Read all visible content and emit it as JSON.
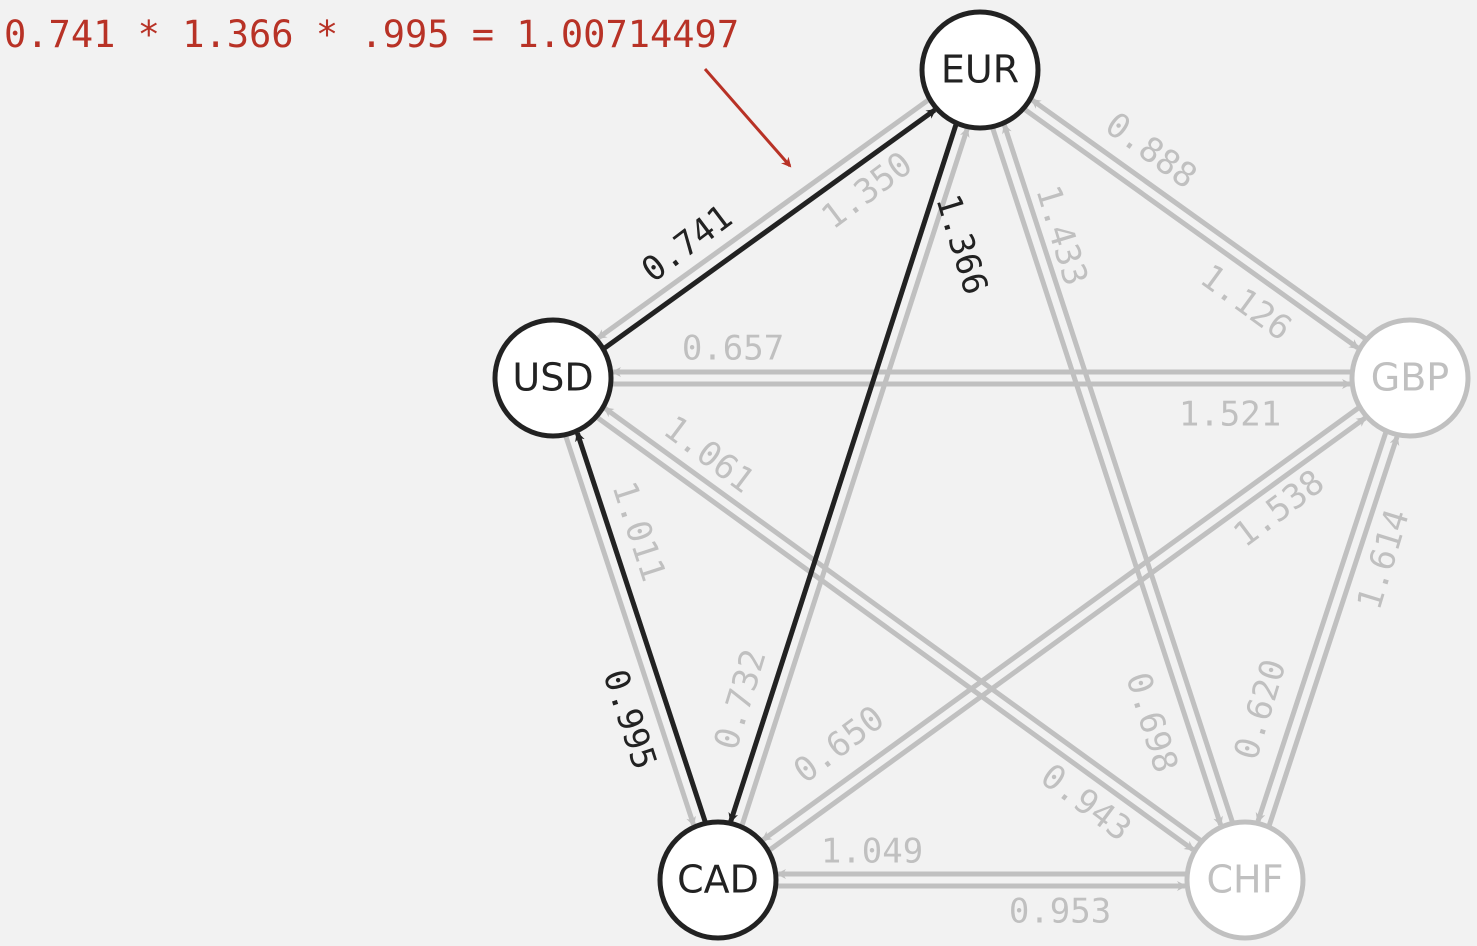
{
  "formula": {
    "text": "0.741 * 1.366 * .995 = 1.00714497",
    "color": "#b83226"
  },
  "colors": {
    "background": "#f2f2f2",
    "highlight": "#222222",
    "muted": "#c0c0c0",
    "node_fill": "#ffffff",
    "annotation": "#b83226"
  },
  "nodes": [
    {
      "id": "EUR",
      "label": "EUR",
      "highlighted": true
    },
    {
      "id": "USD",
      "label": "USD",
      "highlighted": true
    },
    {
      "id": "GBP",
      "label": "GBP",
      "highlighted": false
    },
    {
      "id": "CAD",
      "label": "CAD",
      "highlighted": true
    },
    {
      "id": "CHF",
      "label": "CHF",
      "highlighted": false
    }
  ],
  "edges": [
    {
      "from": "USD",
      "to": "EUR",
      "label": "0.741",
      "highlighted": true
    },
    {
      "from": "EUR",
      "to": "USD",
      "label": "1.350",
      "highlighted": false
    },
    {
      "from": "EUR",
      "to": "CAD",
      "label": "1.366",
      "highlighted": true
    },
    {
      "from": "CAD",
      "to": "EUR",
      "label": "0.732",
      "highlighted": false
    },
    {
      "from": "CAD",
      "to": "USD",
      "label": "0.995",
      "highlighted": true
    },
    {
      "from": "USD",
      "to": "CAD",
      "label": "1.011",
      "highlighted": false
    },
    {
      "from": "USD",
      "to": "GBP",
      "label": "0.657",
      "highlighted": false
    },
    {
      "from": "GBP",
      "to": "USD",
      "label": "1.521",
      "highlighted": false
    },
    {
      "from": "EUR",
      "to": "GBP",
      "label": "0.888",
      "highlighted": false
    },
    {
      "from": "GBP",
      "to": "EUR",
      "label": "1.126",
      "highlighted": false
    },
    {
      "from": "EUR",
      "to": "CHF",
      "label": "1.433",
      "highlighted": false
    },
    {
      "from": "CHF",
      "to": "EUR",
      "label": "0.698",
      "highlighted": false
    },
    {
      "from": "USD",
      "to": "CHF",
      "label": "0.943",
      "highlighted": false
    },
    {
      "from": "CHF",
      "to": "USD",
      "label": "1.061",
      "highlighted": false
    },
    {
      "from": "GBP",
      "to": "CAD",
      "label": "0.650",
      "highlighted": false
    },
    {
      "from": "CAD",
      "to": "GBP",
      "label": "1.538",
      "highlighted": false
    },
    {
      "from": "CHF",
      "to": "GBP",
      "label": "1.614",
      "highlighted": false
    },
    {
      "from": "GBP",
      "to": "CHF",
      "label": "0.620",
      "highlighted": false
    },
    {
      "from": "CAD",
      "to": "CHF",
      "label": "1.049",
      "highlighted": false
    },
    {
      "from": "CHF",
      "to": "CAD",
      "label": "0.953",
      "highlighted": false
    }
  ]
}
